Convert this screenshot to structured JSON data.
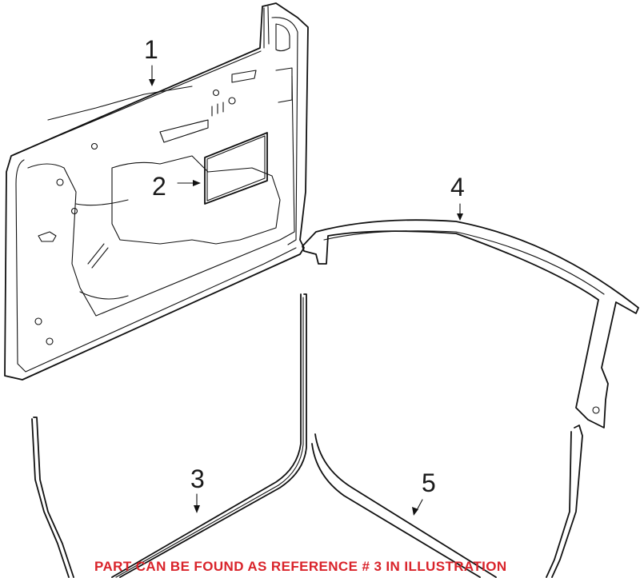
{
  "diagram": {
    "type": "parts-exploded-view",
    "subject": "Front door shell and weatherstrip seals",
    "callouts": [
      {
        "id": "1",
        "label": "1",
        "part": "door-shell"
      },
      {
        "id": "2",
        "label": "2",
        "part": "access-hole-cover"
      },
      {
        "id": "3",
        "label": "3",
        "part": "door-weatherstrip-lower-front"
      },
      {
        "id": "4",
        "label": "4",
        "part": "upper-frame-weatherstrip"
      },
      {
        "id": "5",
        "label": "5",
        "part": "body-side-weatherstrip"
      }
    ],
    "note": "PART CAN BE FOUND AS REFERENCE # 3 IN ILLUSTRATION",
    "colors": {
      "line": "#111111",
      "background": "#ffffff",
      "note": "#d9232a"
    }
  }
}
